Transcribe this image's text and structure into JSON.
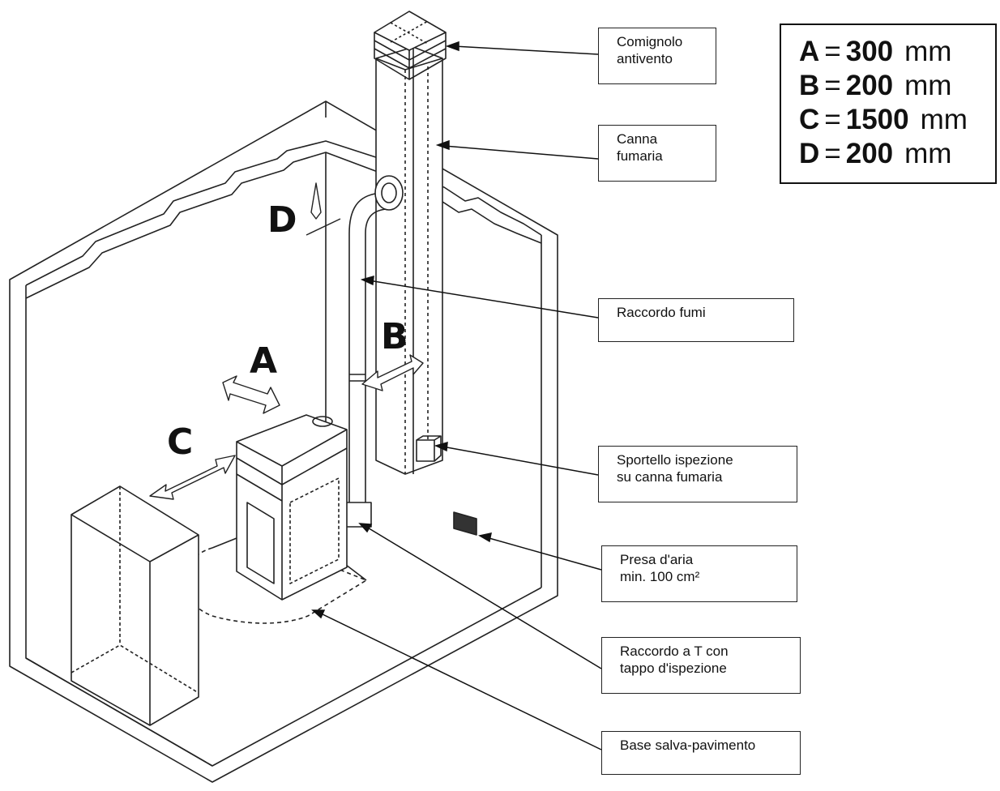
{
  "callouts": [
    {
      "id": "comignolo",
      "text": "Comignolo\nantivento"
    },
    {
      "id": "canna",
      "text": "Canna\nfumaria"
    },
    {
      "id": "raccordo",
      "text": "Raccordo fumi"
    },
    {
      "id": "sportello",
      "text": "Sportello ispezione\nsu canna fumaria"
    },
    {
      "id": "presa",
      "text": "Presa d'aria\nmin. 100 cm²"
    },
    {
      "id": "raccordo_t",
      "text": "Raccordo a T con\ntappo d'ispezione"
    },
    {
      "id": "base",
      "text": "Base salva-pavimento"
    }
  ],
  "dimension_labels": {
    "A": "A",
    "B": "B",
    "C": "C",
    "D": "D"
  },
  "legend": [
    {
      "key": "A",
      "eq": "=",
      "value": "300",
      "unit": "mm"
    },
    {
      "key": "B",
      "eq": "=",
      "value": "200",
      "unit": "mm"
    },
    {
      "key": "C",
      "eq": "=",
      "value": "1500",
      "unit": "mm"
    },
    {
      "key": "D",
      "eq": "=",
      "value": "200",
      "unit": "mm"
    }
  ]
}
